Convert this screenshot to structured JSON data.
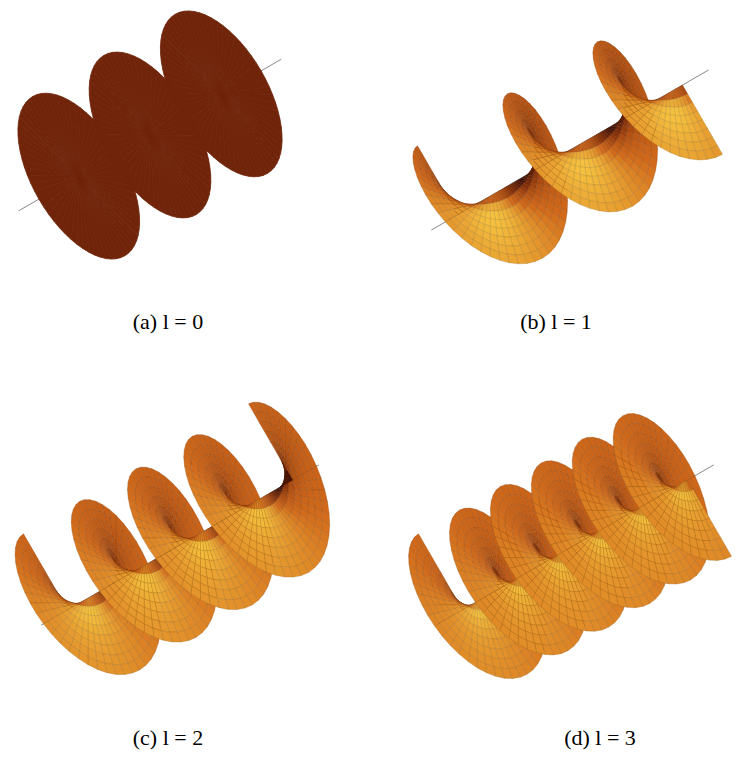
{
  "diagram": {
    "labels": [
      "(a) l = 0",
      "(b) l = 1",
      "(c) l = 2",
      "(d) l = 3"
    ]
  }
}
